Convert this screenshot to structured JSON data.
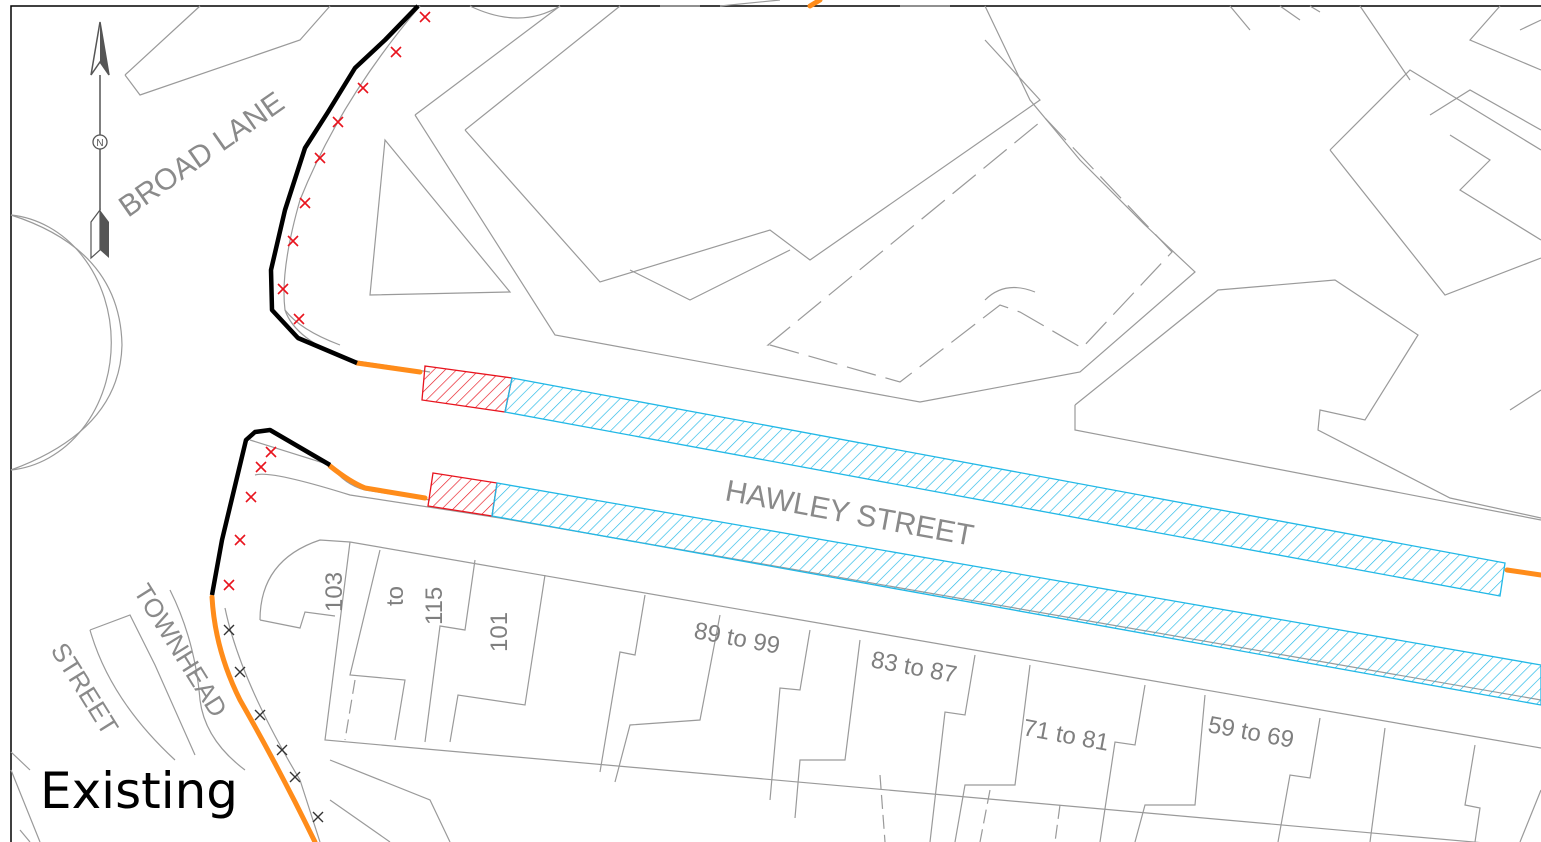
{
  "map": {
    "status_label": "Existing",
    "north_arrow_letter": "N",
    "streets": {
      "broad_lane": "BROAD LANE",
      "hawley_street": "HAWLEY STREET",
      "townhead": "TOWNHEAD",
      "street": "STREET"
    },
    "house_numbers": {
      "n103": "103",
      "to": "to",
      "n115": "115",
      "n101": "101",
      "n89_99": "89 to 99",
      "n83_87": "83 to 87",
      "n71_81": "71 to 81",
      "n59_69": "59 to 69"
    },
    "colors": {
      "outline": "#9a9a9a",
      "kerb": "#000000",
      "restriction_orange": "#ff8c1a",
      "hatch_red": "#e8141e",
      "hatch_blue": "#22b8e6",
      "cross_red": "#e8141e",
      "cross_grey": "#333333"
    }
  }
}
